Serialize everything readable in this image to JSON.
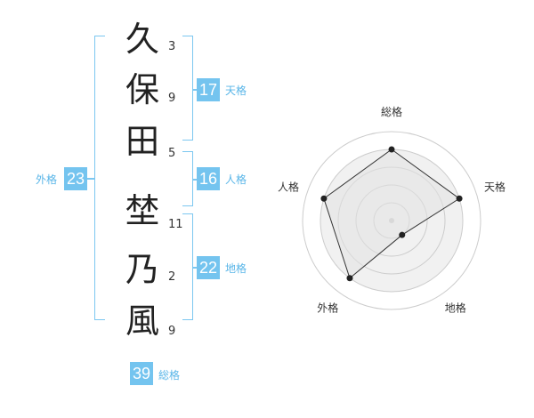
{
  "name": {
    "chars": [
      "久",
      "保",
      "田",
      "埜",
      "乃",
      "風"
    ],
    "strokes": [
      "3",
      "9",
      "5",
      "11",
      "2",
      "9"
    ]
  },
  "grades": {
    "tenkaku": {
      "value": "17",
      "label": "天格"
    },
    "jinkaku": {
      "value": "16",
      "label": "人格"
    },
    "chikaku": {
      "value": "22",
      "label": "地格"
    },
    "gaikaku": {
      "value": "23",
      "label": "外格"
    },
    "soukaku": {
      "value": "39",
      "label": "総格"
    }
  },
  "chart_data": {
    "type": "radar",
    "axes": [
      "総格",
      "天格",
      "地格",
      "外格",
      "人格"
    ],
    "values": [
      4,
      4,
      1,
      4,
      4
    ],
    "max": 5,
    "rings": 5
  }
}
